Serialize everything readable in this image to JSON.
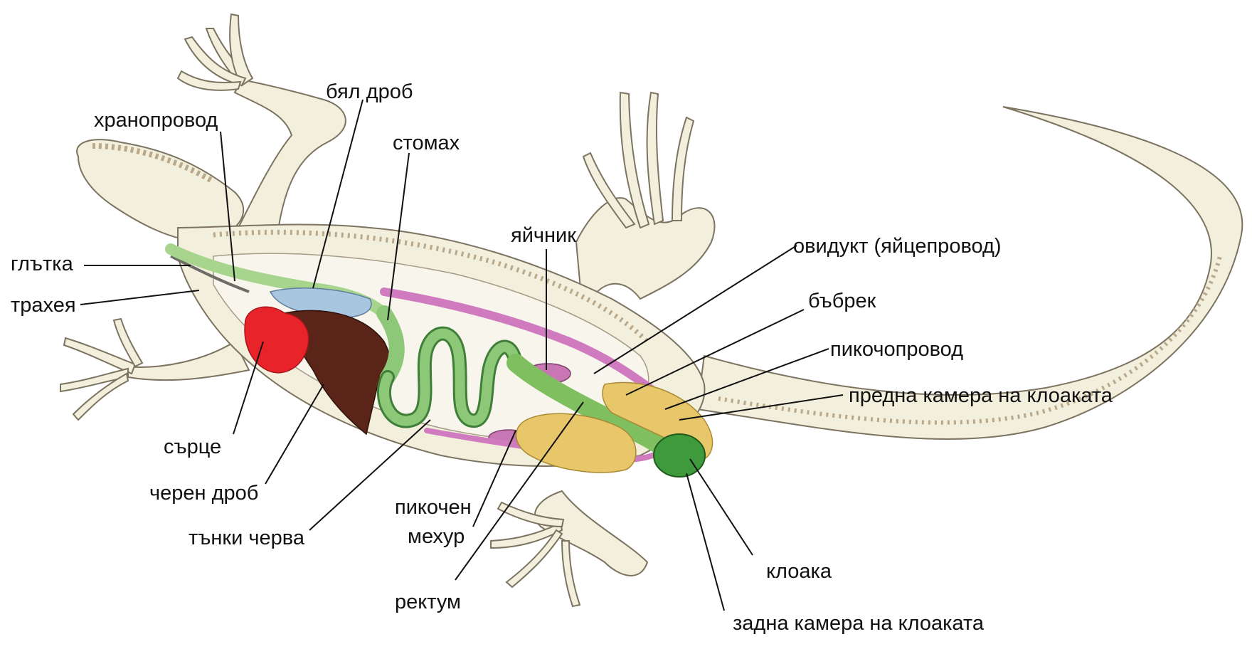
{
  "colors": {
    "background": "#ffffff",
    "body_skin": "#f3efdd",
    "body_outline": "#7c7360",
    "scales": "#b9a98a",
    "heart": "#e8242a",
    "liver": "#5a2418",
    "lung": "#a9c6e0",
    "intestine": "#8dc878",
    "intestine_outline": "#3f7f3a",
    "ovary": "#c977b4",
    "oviduct": "#d07ac0",
    "kidney": "#e8c76a",
    "cloaca": "#3e9a3a",
    "label_text": "#111111"
  },
  "labels": {
    "hranoprovod": "хранопровод",
    "byal_drob": "бял дроб",
    "stomah": "стомах",
    "gltka": "глътка",
    "traheya": "трахея",
    "srce": "сърце",
    "cheren_drob": "черен дроб",
    "tanki_cherva": "тънки черва",
    "yaychnik": "яйчник",
    "ovidukt": "овидукт (яйцепровод)",
    "bbrek": "бъбрек",
    "pikochoprovod": "пикочопровод",
    "predna_kamera": "предна камера на клоаката",
    "pikochen": "пикочен",
    "mehur": "мехур",
    "rektum": "ректум",
    "kloaka": "клоака",
    "zadna_kamera": "задна камера на клоаката"
  }
}
